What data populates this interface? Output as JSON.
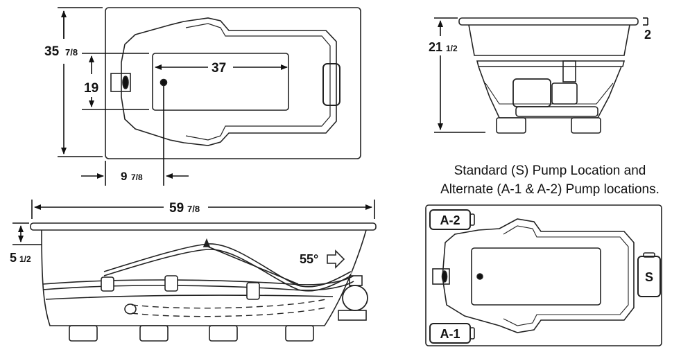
{
  "top_view": {
    "width_whole": "35",
    "width_frac": "7/8",
    "inner_width": "19",
    "inner_length": "37",
    "drain_offset_whole": "9",
    "drain_offset_frac": "7/8"
  },
  "end_view": {
    "height_whole": "21",
    "height_frac": "1/2",
    "rim": "2"
  },
  "side_view": {
    "length_whole": "59",
    "length_frac": "7/8",
    "rim_whole": "5",
    "rim_frac": "1/2",
    "angle": "55°"
  },
  "pump_locations": {
    "caption_line1": "Standard (S) Pump Location and",
    "caption_line2": "Alternate (A-1 & A-2) Pump locations.",
    "tag_a2": "A-2",
    "tag_a1": "A-1",
    "tag_s": "S"
  }
}
